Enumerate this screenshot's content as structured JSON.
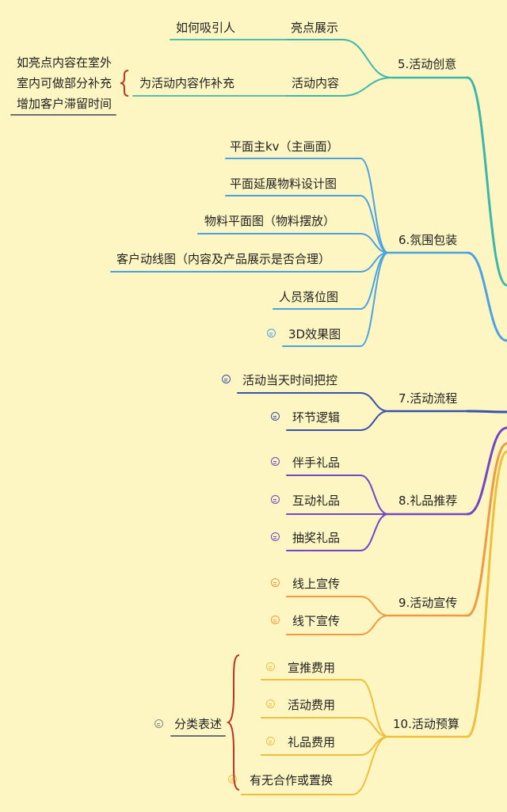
{
  "colors": {
    "background": "#fdf6c3",
    "teal": "#3bb6a8",
    "blue": "#4aa3e0",
    "navy": "#3653a8",
    "purple": "#7047c4",
    "orange": "#ef9a3e",
    "gold": "#efbf3c",
    "brace": "#b8342a"
  },
  "branches": {
    "b5": {
      "title": "5.活动创意",
      "children": {
        "highlight": "亮点展示",
        "content": "活动内容"
      },
      "sub": {
        "attract": "如何吸引人",
        "supplement": "为活动内容作补充"
      },
      "note": [
        "如亮点内容在室外",
        "室内可做部分补充",
        "增加客户滞留时间"
      ]
    },
    "b6": {
      "title": "6.氛围包装",
      "children": {
        "kv": "平面主kv（主画面）",
        "extended": "平面延展物料设计图",
        "layout": "物料平面图（物料摆放）",
        "flow": "客户动线图（内容及产品展示是否合理）",
        "staff": "人员落位图",
        "render3d": "3D效果图"
      }
    },
    "b7": {
      "title": "7.活动流程",
      "children": {
        "timing": "活动当天时间把控",
        "logic": "环节逻辑"
      }
    },
    "b8": {
      "title": "8.礼品推荐",
      "children": {
        "souvenir": "伴手礼品",
        "interactive": "互动礼品",
        "lottery": "抽奖礼品"
      }
    },
    "b9": {
      "title": "9.活动宣传",
      "children": {
        "online": "线上宣传",
        "offline": "线下宣传"
      }
    },
    "b10": {
      "title": "10.活动预算",
      "children": {
        "promo": "宣推费用",
        "event": "活动费用",
        "gift": "礼品费用",
        "coop": "有无合作或置换"
      },
      "group": "分类表述"
    }
  }
}
